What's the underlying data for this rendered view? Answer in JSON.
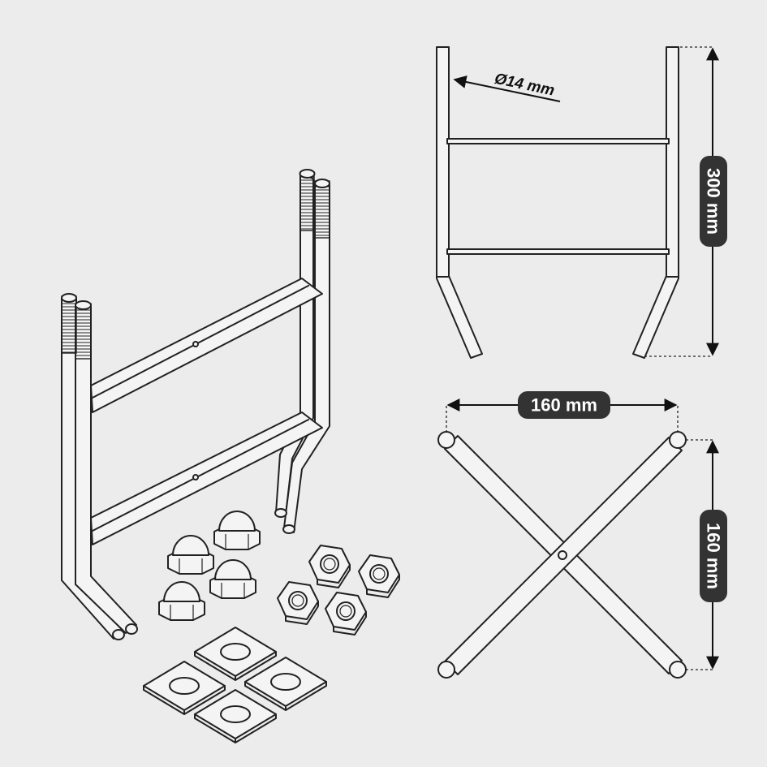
{
  "dimensions": {
    "rod_diameter": "Ø14 mm",
    "height": "300 mm",
    "width": "160 mm",
    "depth": "160 mm"
  },
  "colors": {
    "background": "#ececec",
    "line": "#222222",
    "label_fill": "#333333",
    "label_text": "#ffffff"
  },
  "parts": {
    "cap_nuts": 4,
    "hex_nuts": 4,
    "square_washers": 4,
    "frames": 2
  }
}
